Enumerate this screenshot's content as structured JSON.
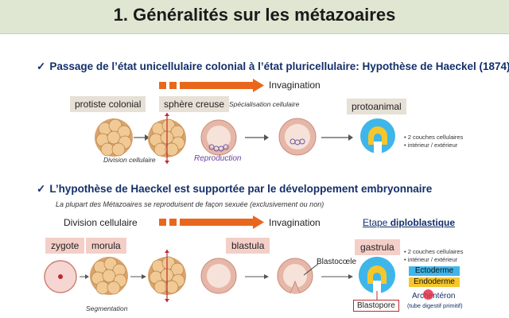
{
  "title": "1. Généralités sur les métazoaires",
  "section1": {
    "heading": "Passage de l’état unicellulaire colonial à l’état pluricellulaire: Hypothèse de Haeckel (1874)",
    "arrow_label": "Invagination",
    "labels": {
      "protiste": "protiste colonial",
      "sphere": "sphère creuse",
      "specialisation": "Spécialisation cellulaire",
      "protoanimal": "protoanimal",
      "division": "Division cellulaire",
      "reproduction": "Reproduction"
    },
    "notes": [
      "• 2 couches cellulaires",
      "• intérieur / extérieur"
    ]
  },
  "section2": {
    "heading": "L’hypothèse de Haeckel est supportée par le développement embryonnaire",
    "subtitle": "La plupart des Métazoaires se reproduisent de façon sexuée (exclusivement ou non)",
    "division_label": "Division cellulaire",
    "arrow_label": "Invagination",
    "etape_prefix": "Etape ",
    "etape_bold": "diploblastique",
    "labels": {
      "zygote": "zygote",
      "morula": "morula",
      "blastula": "blastula",
      "gastrula": "gastrula",
      "segmentation": "Segmentation",
      "blastocoele": "Blastocœle",
      "blastopore": "Blastopore",
      "archenteron": "Archentéron",
      "tube": "(tube digestif primitif)",
      "ectoderme": "Ectoderme",
      "endoderme": "Endoderme"
    },
    "notes": [
      "• 2 couches cellulaires",
      "• intérieur / extérieur"
    ]
  },
  "colors": {
    "heading": "#13306a",
    "arrow": "#e8671c",
    "ectoderme": "#3fb6ea",
    "endoderme": "#f5c72c",
    "blastopore_border": "#c0282d",
    "cursor": "#e0304a"
  }
}
